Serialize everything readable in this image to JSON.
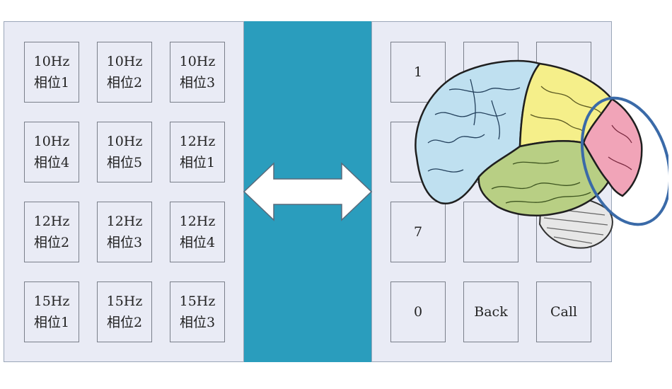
{
  "left_panel": {
    "keys": [
      {
        "freq": "10Hz",
        "phase": "相位1"
      },
      {
        "freq": "10Hz",
        "phase": "相位2"
      },
      {
        "freq": "10Hz",
        "phase": "相位3"
      },
      {
        "freq": "10Hz",
        "phase": "相位4"
      },
      {
        "freq": "10Hz",
        "phase": "相位5"
      },
      {
        "freq": "12Hz",
        "phase": "相位1"
      },
      {
        "freq": "12Hz",
        "phase": "相位2"
      },
      {
        "freq": "12Hz",
        "phase": "相位3"
      },
      {
        "freq": "12Hz",
        "phase": "相位4"
      },
      {
        "freq": "15Hz",
        "phase": "相位1"
      },
      {
        "freq": "15Hz",
        "phase": "相位2"
      },
      {
        "freq": "15Hz",
        "phase": "相位3"
      }
    ]
  },
  "right_panel": {
    "keys": [
      "1",
      "",
      "",
      "",
      "",
      "",
      "7",
      "",
      "",
      "0",
      "Back",
      "Call"
    ]
  },
  "colors": {
    "background_band": "#2a9dbd",
    "panel": "#e9ebf5",
    "frontal_lobe": "#bfe0f0",
    "parietal_lobe": "#f5ef8a",
    "temporal_lobe": "#b8cf84",
    "occipital_lobe": "#f1a4b8",
    "highlight_ring": "#3a6aa8"
  },
  "icons": [
    "double-headed-arrow-icon",
    "brain-illustration"
  ]
}
